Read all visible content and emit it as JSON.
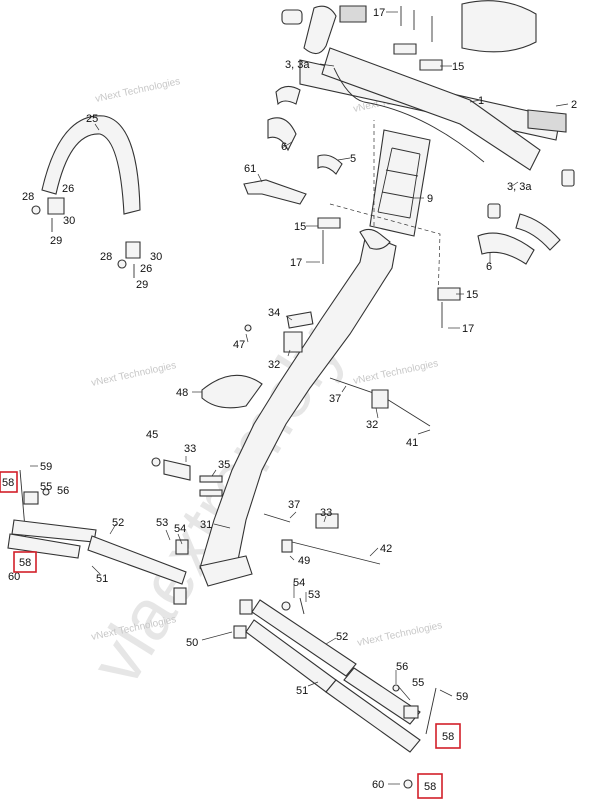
{
  "watermarks": {
    "brand_small": "vNext Technologies",
    "brand_large": "vlaextremely"
  },
  "callouts": [
    {
      "id": "17a",
      "text": "17"
    },
    {
      "id": "15a",
      "text": "15"
    },
    {
      "id": "3a",
      "text": "3, 3a"
    },
    {
      "id": "1",
      "text": "1"
    },
    {
      "id": "2",
      "text": "2"
    },
    {
      "id": "25",
      "text": "25"
    },
    {
      "id": "6a",
      "text": "6"
    },
    {
      "id": "5",
      "text": "5"
    },
    {
      "id": "61",
      "text": "61"
    },
    {
      "id": "9",
      "text": "9"
    },
    {
      "id": "3b",
      "text": "3, 3a"
    },
    {
      "id": "26a",
      "text": "26"
    },
    {
      "id": "28a",
      "text": "28"
    },
    {
      "id": "30a",
      "text": "30"
    },
    {
      "id": "29a",
      "text": "29"
    },
    {
      "id": "15b",
      "text": "15"
    },
    {
      "id": "6b",
      "text": "6"
    },
    {
      "id": "28b",
      "text": "28"
    },
    {
      "id": "30b",
      "text": "30"
    },
    {
      "id": "26b",
      "text": "26"
    },
    {
      "id": "29b",
      "text": "29"
    },
    {
      "id": "17b",
      "text": "17"
    },
    {
      "id": "15c",
      "text": "15"
    },
    {
      "id": "34",
      "text": "34"
    },
    {
      "id": "47",
      "text": "47"
    },
    {
      "id": "17c",
      "text": "17"
    },
    {
      "id": "32a",
      "text": "32"
    },
    {
      "id": "48",
      "text": "48"
    },
    {
      "id": "37a",
      "text": "37"
    },
    {
      "id": "32b",
      "text": "32"
    },
    {
      "id": "45",
      "text": "45"
    },
    {
      "id": "33a",
      "text": "33"
    },
    {
      "id": "41",
      "text": "41"
    },
    {
      "id": "35",
      "text": "35"
    },
    {
      "id": "59a",
      "text": "59"
    },
    {
      "id": "55a",
      "text": "55"
    },
    {
      "id": "56a",
      "text": "56"
    },
    {
      "id": "37b",
      "text": "37"
    },
    {
      "id": "33b",
      "text": "33"
    },
    {
      "id": "52a",
      "text": "52"
    },
    {
      "id": "53a",
      "text": "53"
    },
    {
      "id": "54a",
      "text": "54"
    },
    {
      "id": "31",
      "text": "31"
    },
    {
      "id": "42",
      "text": "42"
    },
    {
      "id": "49",
      "text": "49"
    },
    {
      "id": "60a",
      "text": "60"
    },
    {
      "id": "51a",
      "text": "51"
    },
    {
      "id": "54b",
      "text": "54"
    },
    {
      "id": "53b",
      "text": "53"
    },
    {
      "id": "50",
      "text": "50"
    },
    {
      "id": "52b",
      "text": "52"
    },
    {
      "id": "51b",
      "text": "51"
    },
    {
      "id": "56b",
      "text": "56"
    },
    {
      "id": "55b",
      "text": "55"
    },
    {
      "id": "59b",
      "text": "59"
    },
    {
      "id": "60b",
      "text": "60"
    }
  ],
  "highlighted_callouts": [
    {
      "id": "58a",
      "text": "58"
    },
    {
      "id": "58b",
      "text": "58"
    },
    {
      "id": "58c",
      "text": "58"
    },
    {
      "id": "58d",
      "text": "58"
    }
  ]
}
